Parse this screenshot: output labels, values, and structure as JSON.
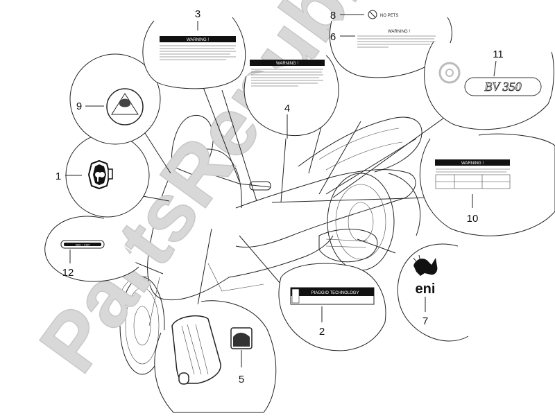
{
  "watermark": "PartsRepublik",
  "callouts": {
    "c1": "1",
    "c2": "2",
    "c3": "3",
    "c4": "4",
    "c5": "5",
    "c6": "6",
    "c7": "7",
    "c8": "8",
    "c9": "9",
    "c10": "10",
    "c11": "11",
    "c12": "12"
  },
  "labels": {
    "warning": "WARNING !",
    "no_pets": "NO PETS",
    "piaggio_technology": "PIAGGIO TECHNOLOGY",
    "eni": "eni",
    "abs_asr": "ABS + ASR",
    "bv350": "BV 350"
  },
  "colors": {
    "line": "#222222",
    "watermark": "#d8d8d8",
    "label_dark": "#111111"
  }
}
